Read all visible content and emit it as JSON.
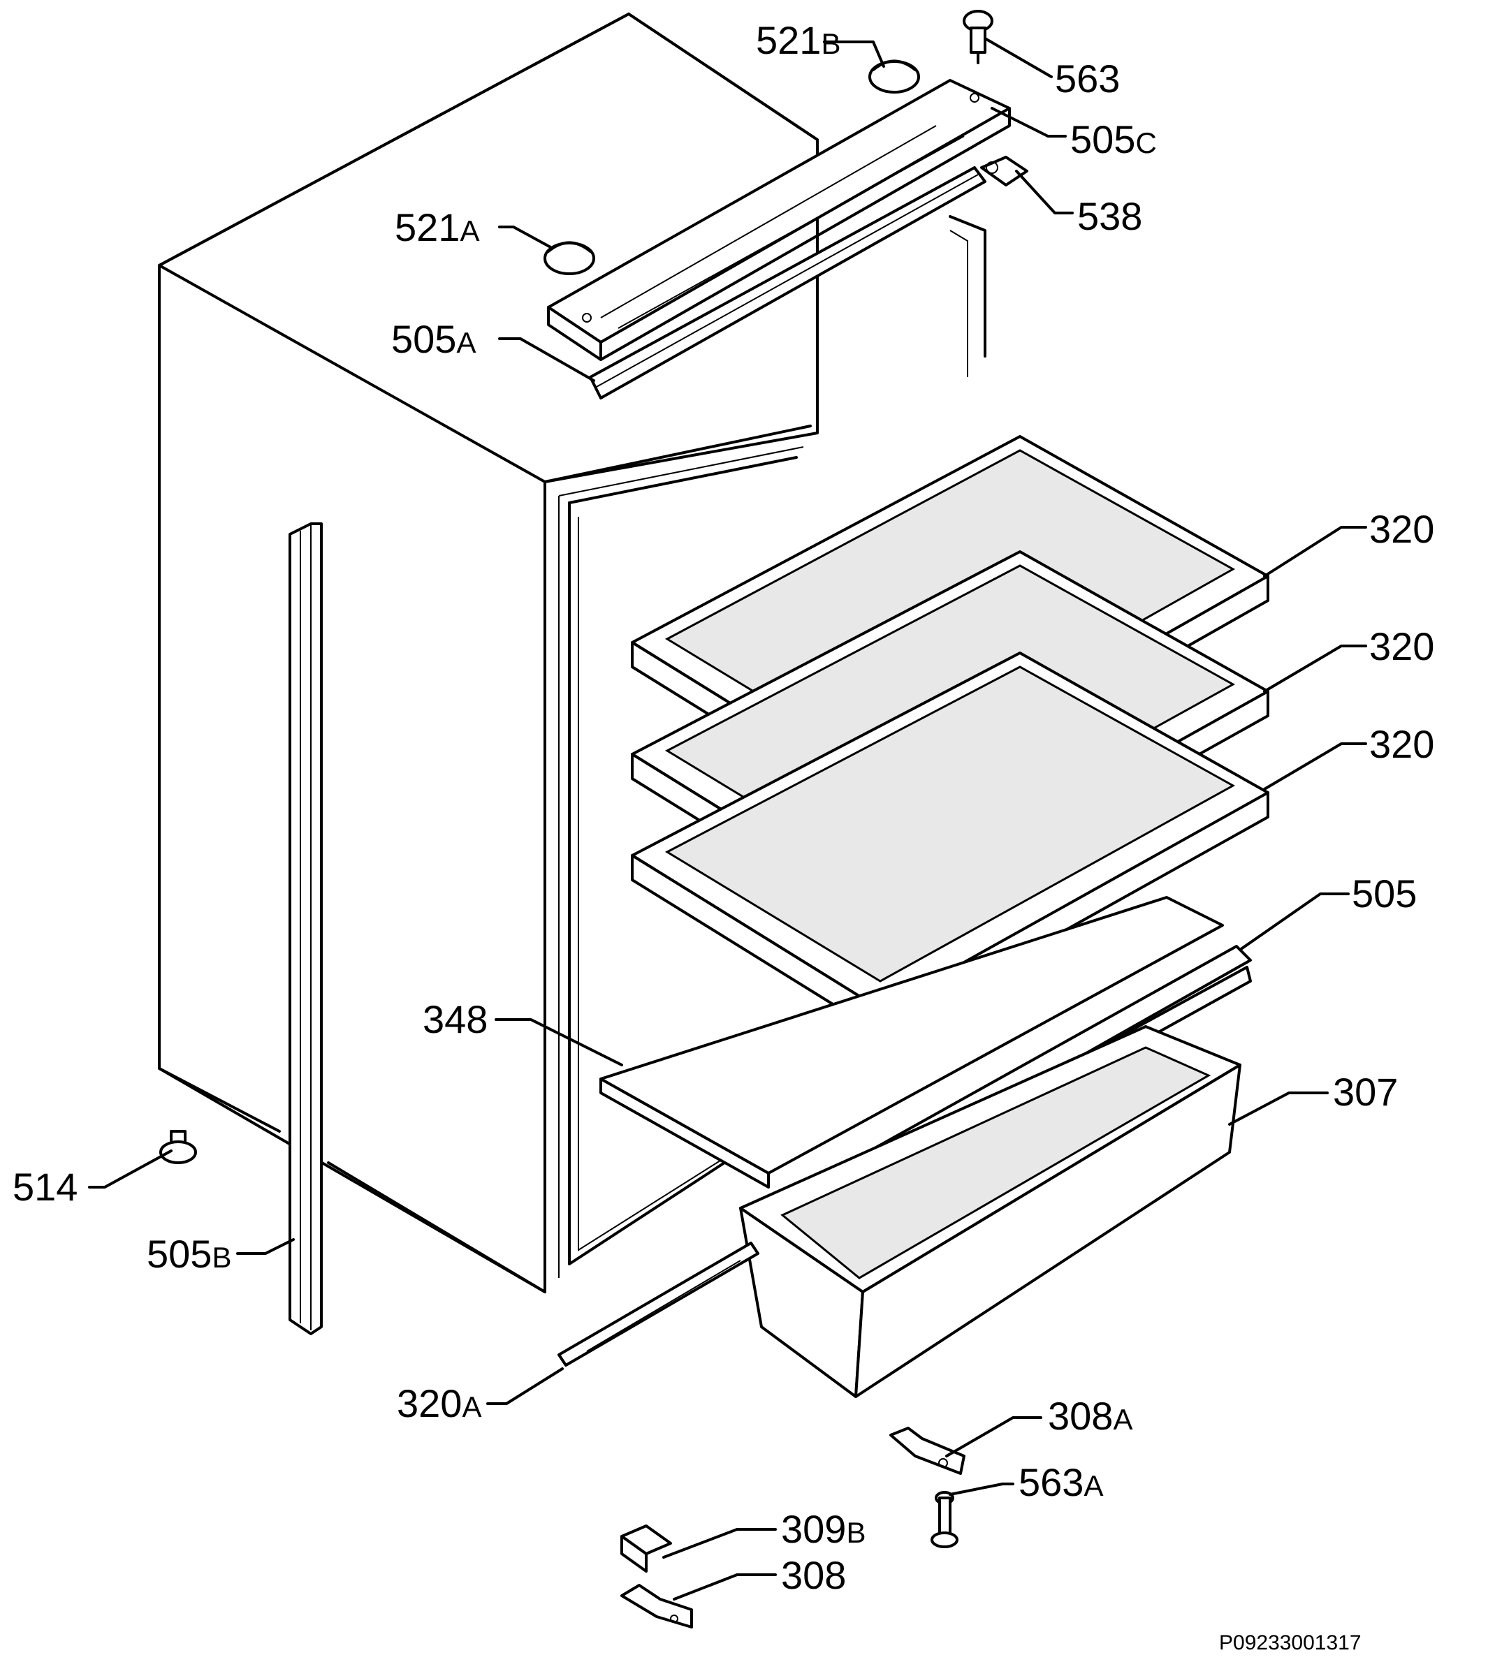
{
  "labels": {
    "l521b": {
      "num": "521",
      "sfx": "B"
    },
    "l563": {
      "num": "563",
      "sfx": ""
    },
    "l505c": {
      "num": "505",
      "sfx": "C"
    },
    "l538": {
      "num": "538",
      "sfx": ""
    },
    "l521a": {
      "num": "521",
      "sfx": "A"
    },
    "l505a": {
      "num": "505",
      "sfx": "A"
    },
    "l320_1": {
      "num": "320",
      "sfx": ""
    },
    "l320_2": {
      "num": "320",
      "sfx": ""
    },
    "l320_3": {
      "num": "320",
      "sfx": ""
    },
    "l505": {
      "num": "505",
      "sfx": ""
    },
    "l348": {
      "num": "348",
      "sfx": ""
    },
    "l307": {
      "num": "307",
      "sfx": ""
    },
    "l514": {
      "num": "514",
      "sfx": ""
    },
    "l505b": {
      "num": "505",
      "sfx": "B"
    },
    "l320a": {
      "num": "320",
      "sfx": "A"
    },
    "l308a": {
      "num": "308",
      "sfx": "A"
    },
    "l563a": {
      "num": "563",
      "sfx": "A"
    },
    "l309b": {
      "num": "309",
      "sfx": "B"
    },
    "l308": {
      "num": "308",
      "sfx": ""
    }
  },
  "drawing_code": "P09233001317"
}
